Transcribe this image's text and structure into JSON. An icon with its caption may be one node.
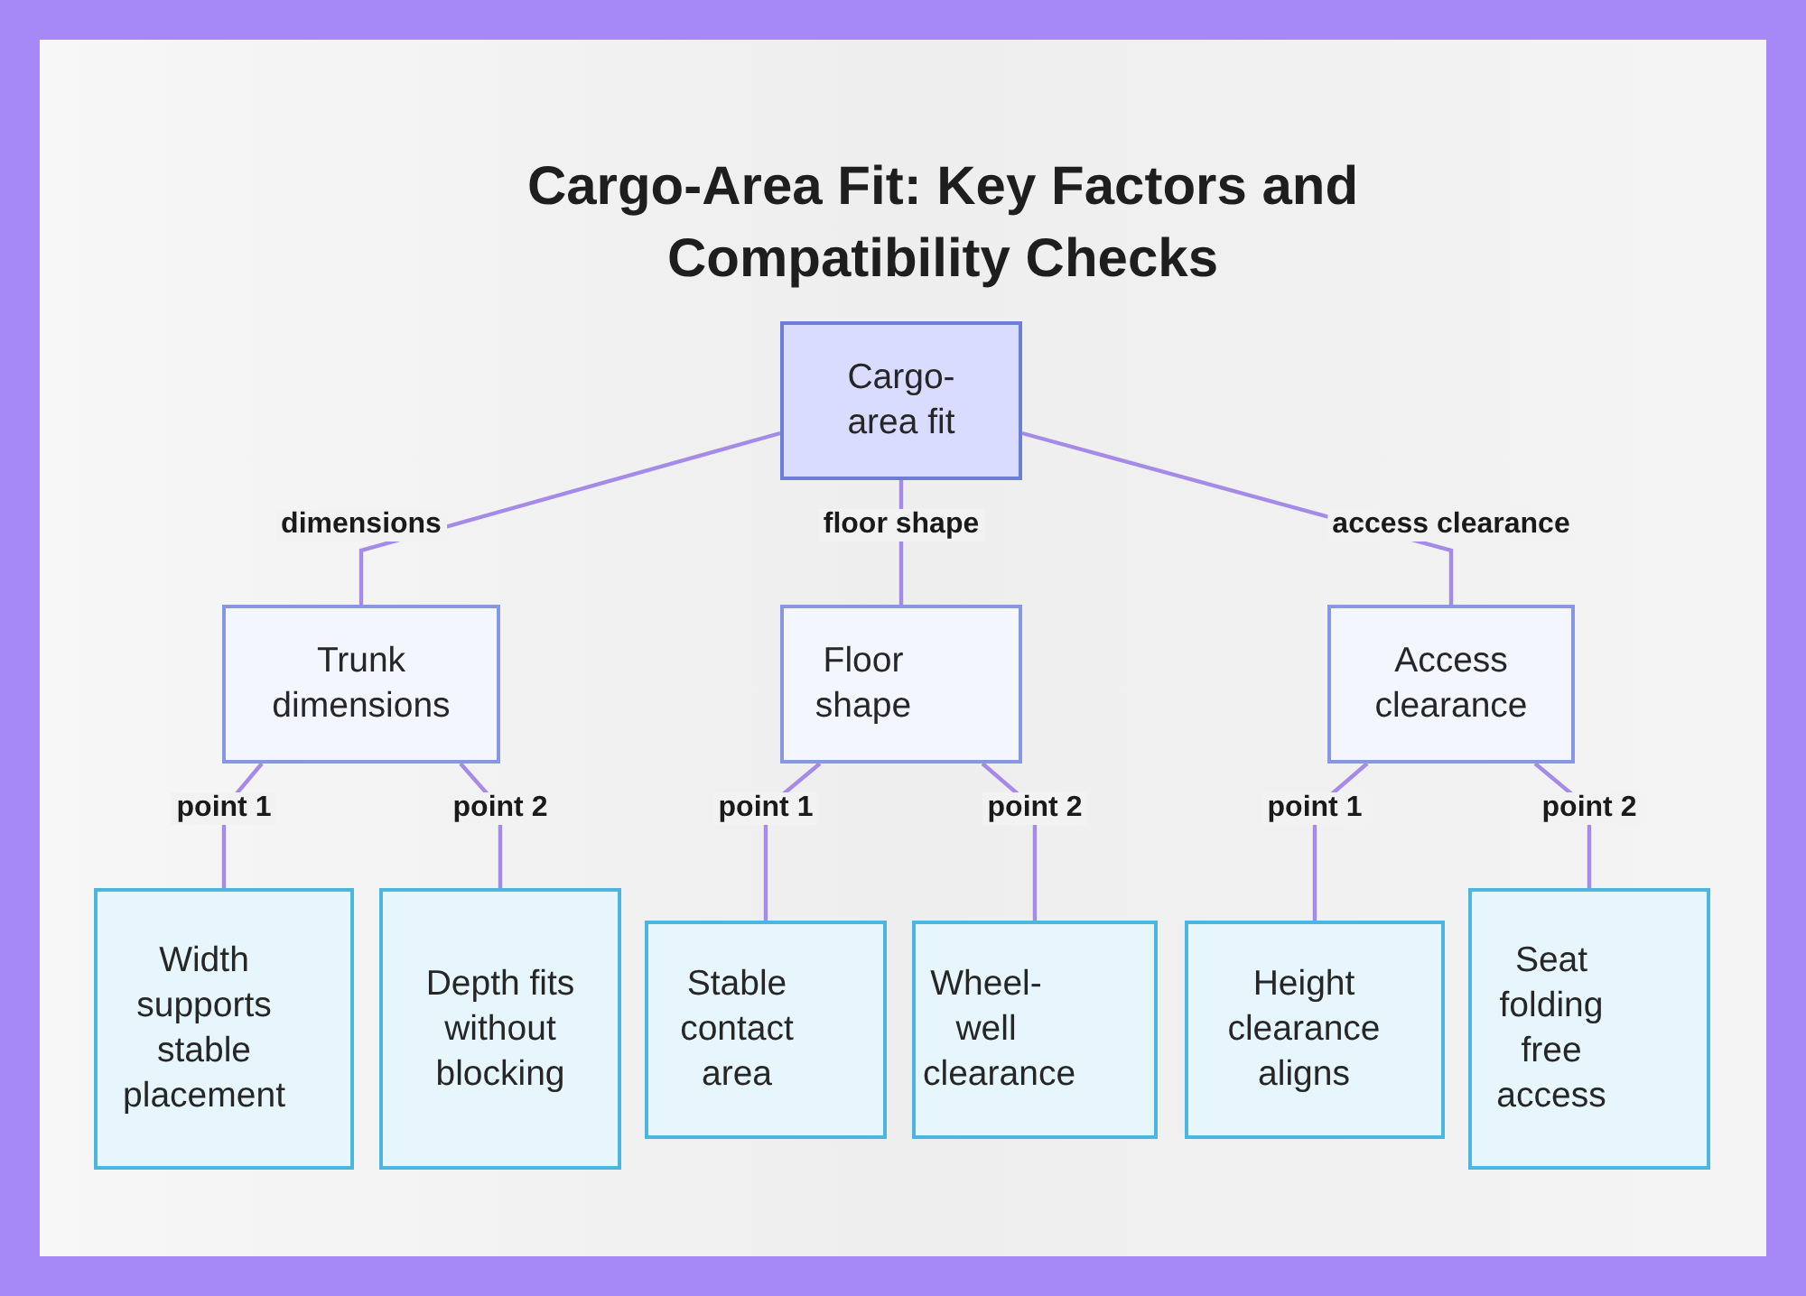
{
  "diagram": {
    "title": "Cargo-Area Fit: Key Factors and Compatibility Checks",
    "nodes": [
      {
        "text": [
          "Cargo-area fit"
        ]
      },
      {
        "text": [
          "Trunk dimensions"
        ]
      },
      {
        "text": [
          "Floor shape"
        ]
      },
      {
        "text": [
          "Access clearance"
        ]
      },
      {
        "text": [
          "Width supports stable placement"
        ]
      },
      {
        "text": [
          "Depth fits without blocking"
        ]
      },
      {
        "text": [
          "Stable contact area"
        ]
      },
      {
        "text": [
          "Wheel-well clearance"
        ]
      },
      {
        "text": [
          "Height clearance aligns"
        ]
      },
      {
        "text": [
          "Seat folding free access"
        ]
      }
    ],
    "edges": [
      {
        "from": 0,
        "to": 1,
        "arrow": "none",
        "label": "dimensions"
      },
      {
        "from": 0,
        "to": 2,
        "arrow": "none",
        "label": "floor shape"
      },
      {
        "from": 0,
        "to": 3,
        "arrow": "none",
        "label": "access clearance"
      },
      {
        "from": 1,
        "to": 4,
        "arrow": "none",
        "label": "point 1"
      },
      {
        "from": 1,
        "to": 5,
        "arrow": "none",
        "label": "point 2"
      },
      {
        "from": 2,
        "to": 6,
        "arrow": "none",
        "label": "point 1"
      },
      {
        "from": 2,
        "to": 7,
        "arrow": "none",
        "label": "point 2"
      },
      {
        "from": 3,
        "to": 8,
        "arrow": "none",
        "label": "point 1"
      },
      {
        "from": 3,
        "to": 9,
        "arrow": "none",
        "label": "point 2"
      }
    ]
  }
}
